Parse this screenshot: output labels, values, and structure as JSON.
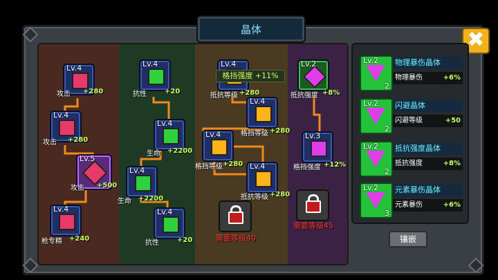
{
  "header": {
    "title": "晶体"
  },
  "colors": {
    "attack_gem": "#e83a6a",
    "life_gem": "#2fd23a",
    "block_gem": "#ffb21a",
    "elemental_gem": "#e03ce8",
    "accent_value": "#c8ff6a",
    "lock_text": "#ff3b3b"
  },
  "tooltip": {
    "label": "格挡强度",
    "value": "+11%"
  },
  "skills": [
    {
      "lv": "Lv.4",
      "label": "攻击",
      "value": "+280"
    },
    {
      "lv": "Lv.4",
      "label": "攻击",
      "value": "+280"
    },
    {
      "lv": "Lv.5",
      "label": "攻击",
      "value": "+500"
    },
    {
      "lv": "Lv.4",
      "label": "枪专精",
      "value": "+240"
    },
    {
      "lv": "Lv.4",
      "label": "抗性",
      "value": "+20"
    },
    {
      "lv": "Lv.4",
      "label": "生命",
      "value": "+2200"
    },
    {
      "lv": "Lv.4",
      "label": "生命",
      "value": "+2200"
    },
    {
      "lv": "Lv.4",
      "label": "抗性",
      "value": "+20"
    },
    {
      "lv": "Lv.4",
      "label": "抵抗等级",
      "value": "+280"
    },
    {
      "lv": "Lv.4",
      "label": "格挡等级",
      "value": "+280"
    },
    {
      "lv": "Lv.4",
      "label": "格挡等级",
      "value": "+280"
    },
    {
      "lv": "Lv.4",
      "label": "抵抗等级",
      "value": "+280"
    },
    {
      "lv": "Lv.2",
      "label": "抵抗强度",
      "value": "+8%"
    },
    {
      "lv": "Lv.3",
      "label": "格挡强度",
      "value": "+12%"
    }
  ],
  "locks": [
    {
      "requirement": "需要等级40"
    },
    {
      "requirement": "需要等级45"
    }
  ],
  "crystals": [
    {
      "lv": "Lv.2",
      "count": "2",
      "name": "物理暴伤晶体",
      "stat": "物理暴伤",
      "value": "+6%"
    },
    {
      "lv": "Lv.2",
      "count": "2",
      "name": "闪避晶体",
      "stat": "闪避等级",
      "value": "+50"
    },
    {
      "lv": "Lv.2",
      "count": "2",
      "name": "抵抗强度晶体",
      "stat": "抵抗强度",
      "value": "+8%"
    },
    {
      "lv": "Lv.2",
      "count": "3",
      "name": "元素暴伤晶体",
      "stat": "元素暴伤",
      "value": "+6%"
    }
  ],
  "buttons": {
    "embed": "镶嵌",
    "close": "✖"
  }
}
